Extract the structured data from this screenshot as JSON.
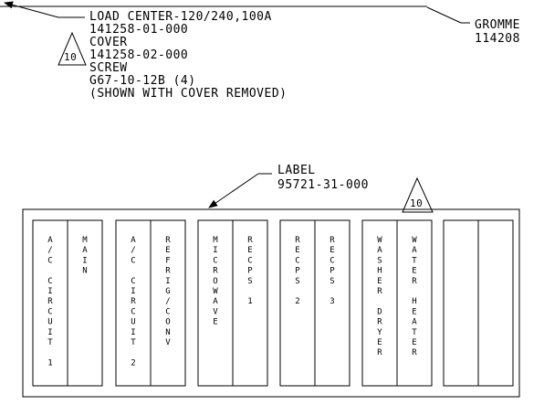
{
  "colors": {
    "ink": "#000000",
    "paper": "#ffffff"
  },
  "callouts": {
    "load_center": {
      "revision": "10",
      "lines": [
        "LOAD CENTER-120/240,100A",
        "141258-01-000",
        "COVER",
        "141258-02-000",
        "SCREW",
        "G67-10-12B (4)",
        "(SHOWN WITH COVER REMOVED)"
      ]
    },
    "grommet": {
      "lines": [
        "GROMME",
        "114208"
      ]
    },
    "label": {
      "revision": "10",
      "lines": [
        "LABEL",
        "95721-31-000"
      ]
    }
  },
  "panel": {
    "groups": [
      {
        "slots": [
          "A/C CIRCUIT 1",
          "MAIN"
        ]
      },
      {
        "slots": [
          "A/C CIRCUIT 2",
          "REFRIG/CONV"
        ]
      },
      {
        "slots": [
          "MICROWAVE",
          "RECPS 1"
        ]
      },
      {
        "slots": [
          "RECPS 2",
          "RECPS 3"
        ]
      },
      {
        "slots": [
          "WASHER DRYER",
          "WATER HEATER"
        ]
      },
      {
        "slots": [
          "",
          ""
        ]
      }
    ]
  }
}
